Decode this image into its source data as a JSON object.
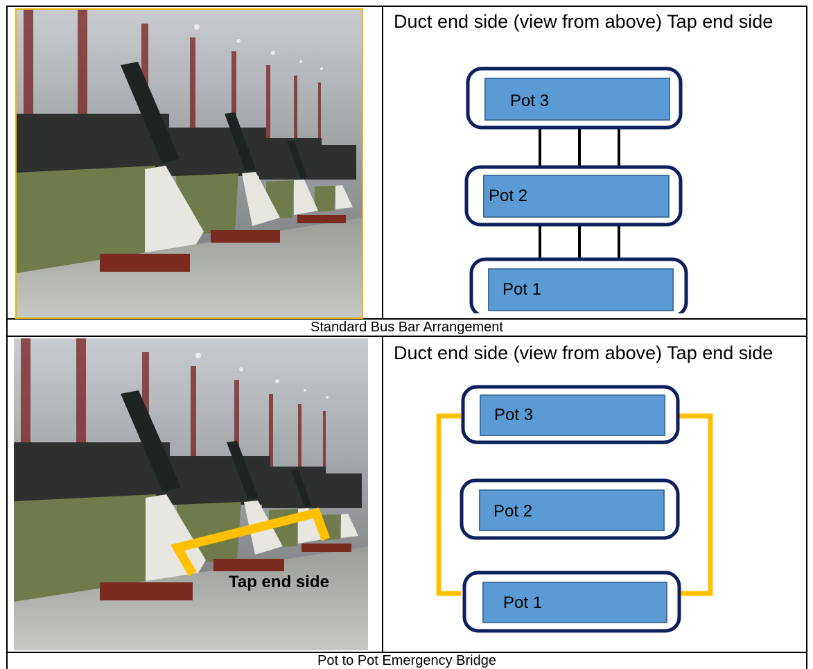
{
  "table": {
    "row1": {
      "heading": "Duct end side (view from above) Tap end side",
      "pots": [
        "Pot 3",
        "Pot 2",
        "Pot 1"
      ],
      "caption": "Standard Bus Bar Arrangement"
    },
    "row2": {
      "heading": "Duct end side (view from above) Tap end side",
      "pots": [
        "Pot 3",
        "Pot 2",
        "Pot 1"
      ],
      "photo_label": "Tap end side",
      "caption": "Pot to Pot Emergency Bridge"
    }
  },
  "colors": {
    "pot_fill": "#5b9bd5",
    "pot_frame": "#0d1f5c",
    "bridge": "#ffc000",
    "busbar": "#000000"
  },
  "photo_subject": "potroom-with-electrolysis-pots"
}
